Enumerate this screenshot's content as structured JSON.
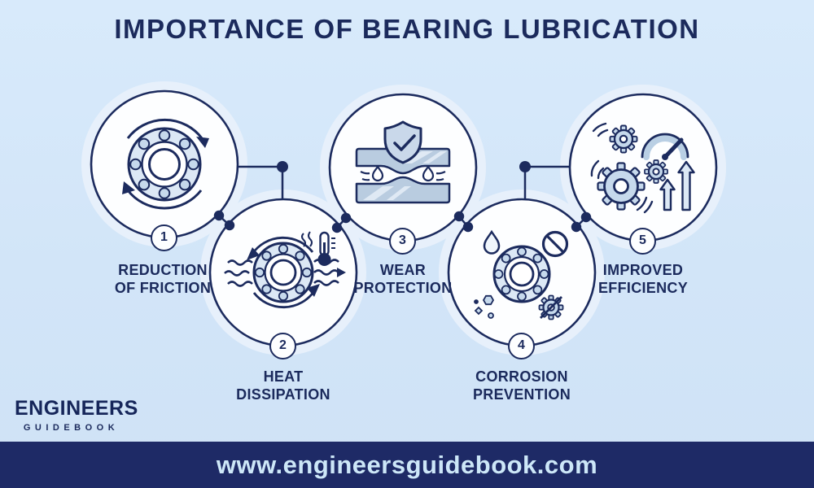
{
  "title": "IMPORTANCE OF BEARING LUBRICATION",
  "steps": [
    {
      "number": "1",
      "label": "REDUCTION\nOF FRICTION",
      "icon": "ball-bearing-rotation-icon"
    },
    {
      "number": "2",
      "label": "HEAT\nDISSIPATION",
      "icon": "bearing-heat-thermometer-icon"
    },
    {
      "number": "3",
      "label": "WEAR\nPROTECTION",
      "icon": "shield-lubricated-plates-icon"
    },
    {
      "number": "4",
      "label": "CORROSION\nPREVENTION",
      "icon": "bearing-droplet-no-rust-icon"
    },
    {
      "number": "5",
      "label": "IMPROVED\nEFFICIENCY",
      "icon": "gears-speedometer-up-arrows-icon"
    }
  ],
  "brand": {
    "name": "ENGINEERS",
    "subname": "GUIDEBOOK"
  },
  "footer": {
    "website": "www.engineersguidebook.com"
  },
  "colors": {
    "background": "#d3e6f8",
    "navy_outline": "#1c2b5e",
    "title_text": "#1b2a5c",
    "circle_fill": "#fdfeff",
    "circle_halo": "#e7f0fb",
    "icon_steel": "#c6d9ec",
    "footer_bar": "#1e2a66",
    "footer_text": "#cde7f8"
  }
}
